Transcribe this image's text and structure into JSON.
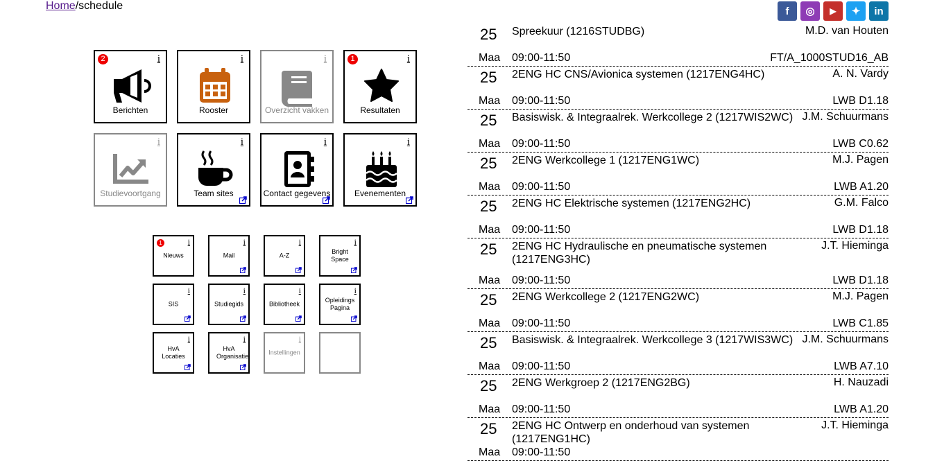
{
  "breadcrumb": {
    "home": "Home",
    "separator": "/",
    "current": "schedule"
  },
  "social": [
    {
      "icon": "facebook-icon",
      "glyph": "f",
      "color": "#3b5998"
    },
    {
      "icon": "instagram-icon",
      "glyph": "◎",
      "color": "#8e3cb5"
    },
    {
      "icon": "youtube-icon",
      "glyph": "▶",
      "color": "#c4302b"
    },
    {
      "icon": "twitter-icon",
      "glyph": "✦",
      "color": "#1da1f2"
    },
    {
      "icon": "linkedin-icon",
      "glyph": "in",
      "color": "#0e76a8"
    }
  ],
  "tiles": [
    {
      "label": "Berichten",
      "icon": "megaphone-icon",
      "badge": "2",
      "info": "i"
    },
    {
      "label": "Rooster",
      "icon": "calendar-icon",
      "info": "i",
      "accent": "#c8610e"
    },
    {
      "label": "Overzicht vakken",
      "icon": "book-icon",
      "info": "i"
    },
    {
      "label": "Resultaten",
      "icon": "star-icon",
      "badge": "1",
      "info": "i"
    },
    {
      "label": "Studievoortgang",
      "icon": "chart-trend-icon",
      "info": "i"
    },
    {
      "label": "Team sites",
      "icon": "coffee-cup-icon",
      "info": "i"
    },
    {
      "label": "Contact gegevens",
      "icon": "contact-book-icon",
      "info": "i"
    },
    {
      "label": "Evenementen",
      "icon": "birthday-cake-icon",
      "info": "i"
    }
  ],
  "small_tiles": [
    {
      "label": "Nieuws",
      "badge": "1",
      "info": "i"
    },
    {
      "label": "Mail",
      "info": "i"
    },
    {
      "label": "A-Z",
      "info": "i"
    },
    {
      "label": "Bright Space",
      "info": "i"
    },
    {
      "label": "SIS",
      "info": "i"
    },
    {
      "label": "Studiegids",
      "info": "i"
    },
    {
      "label": "Bibliotheek",
      "info": "i"
    },
    {
      "label": "Opleidings Pagina",
      "info": "i"
    },
    {
      "label": "HvA Locaties",
      "info": "i"
    },
    {
      "label": "HvA Organisatie",
      "info": "i"
    },
    {
      "label": "Instellingen",
      "info": "i"
    },
    {
      "label": "",
      "info": ""
    }
  ],
  "schedule": [
    {
      "day": "25",
      "month": "Maa",
      "title": "Spreekuur (1216STUDBG)",
      "teacher": "M.D. van Houten",
      "time": "09:00-11:50",
      "location": "FT/A_1000STUD16_AB"
    },
    {
      "day": "25",
      "month": "Maa",
      "title": "2ENG HC CNS/Avionica systemen (1217ENG4HC)",
      "teacher": "A. N. Vardy",
      "time": "09:00-11:50",
      "location": "LWB D1.18"
    },
    {
      "day": "25",
      "month": "Maa",
      "title": "Basiswisk. & Integraalrek. Werkcollege 2 (1217WIS2WC)",
      "teacher": "J.M. Schuurmans",
      "time": "09:00-11:50",
      "location": "LWB C0.62"
    },
    {
      "day": "25",
      "month": "Maa",
      "title": "2ENG Werkcollege 1 (1217ENG1WC)",
      "teacher": "M.J. Pagen",
      "time": "09:00-11:50",
      "location": "LWB A1.20"
    },
    {
      "day": "25",
      "month": "Maa",
      "title": "2ENG HC Elektrische systemen (1217ENG2HC)",
      "teacher": "G.M. Falco",
      "time": "09:00-11:50",
      "location": "LWB D1.18"
    },
    {
      "day": "25",
      "month": "Maa",
      "title": "2ENG HC Hydraulische en pneumatische systemen (1217ENG3HC)",
      "teacher": "J.T. Hieminga",
      "time": "09:00-11:50",
      "location": "LWB D1.18"
    },
    {
      "day": "25",
      "month": "Maa",
      "title": "2ENG Werkcollege 2 (1217ENG2WC)",
      "teacher": "M.J. Pagen",
      "time": "09:00-11:50",
      "location": "LWB C1.85"
    },
    {
      "day": "25",
      "month": "Maa",
      "title": "Basiswisk. & Integraalrek. Werkcollege 3 (1217WIS3WC)",
      "teacher": "J.M. Schuurmans",
      "time": "09:00-11:50",
      "location": "LWB A7.10"
    },
    {
      "day": "25",
      "month": "Maa",
      "title": "2ENG Werkgroep 2 (1217ENG2BG)",
      "teacher": "H. Nauzadi",
      "time": "09:00-11:50",
      "location": "LWB A1.20"
    },
    {
      "day": "25",
      "month": "Maa",
      "title": "2ENG HC Ontwerp en onderhoud van systemen (1217ENG1HC)",
      "teacher": "J.T. Hieminga",
      "time": "09:00-11:50",
      "location": ""
    }
  ]
}
